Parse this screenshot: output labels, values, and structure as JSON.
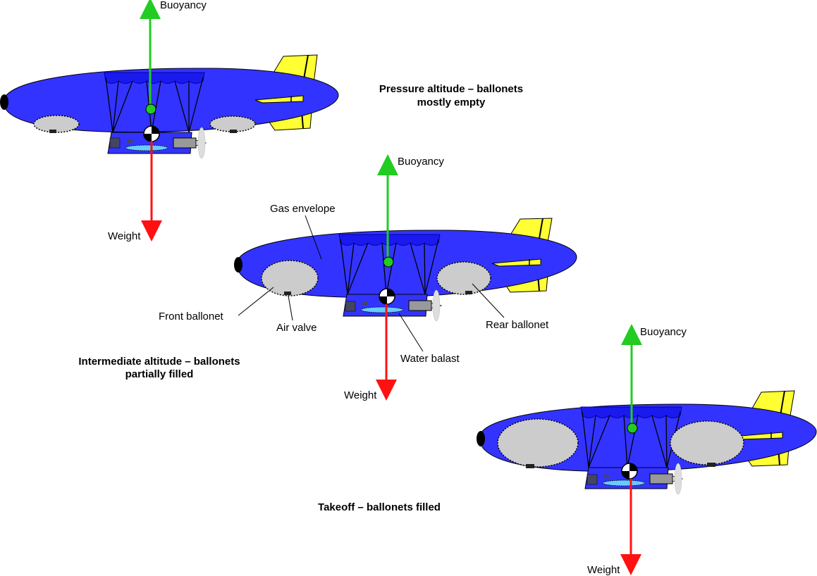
{
  "airships": [
    {
      "id": "pressure",
      "buoyancy": "Buoyancy",
      "weight": "Weight",
      "caption": [
        "Pressure altitude – ballonets",
        "mostly empty"
      ],
      "ballonet_fill": 0.25
    },
    {
      "id": "intermediate",
      "buoyancy": "Buoyancy",
      "weight": "Weight",
      "caption": [
        "Intermediate altitude – ballonets",
        "partially filled"
      ],
      "ballonet_fill": 0.55
    },
    {
      "id": "takeoff",
      "buoyancy": "Buoyancy",
      "weight": "Weight",
      "caption": [
        "Takeoff – ballonets filled"
      ],
      "ballonet_fill": 1.0
    }
  ],
  "labels": {
    "gas_envelope": "Gas envelope",
    "front_ballonet": "Front ballonet",
    "air_valve": "Air valve",
    "rear_ballonet": "Rear ballonet",
    "water_balast": "Water balast"
  },
  "colors": {
    "envelope": "#3333ff",
    "gasbag": "#1a1aee",
    "ballonet": "#cccccc",
    "fin": "#ffff33",
    "gondola": "#3333ff",
    "water": "#66ccff",
    "buoyancy_arrow": "#22cc22",
    "weight_arrow": "#ff1111"
  }
}
